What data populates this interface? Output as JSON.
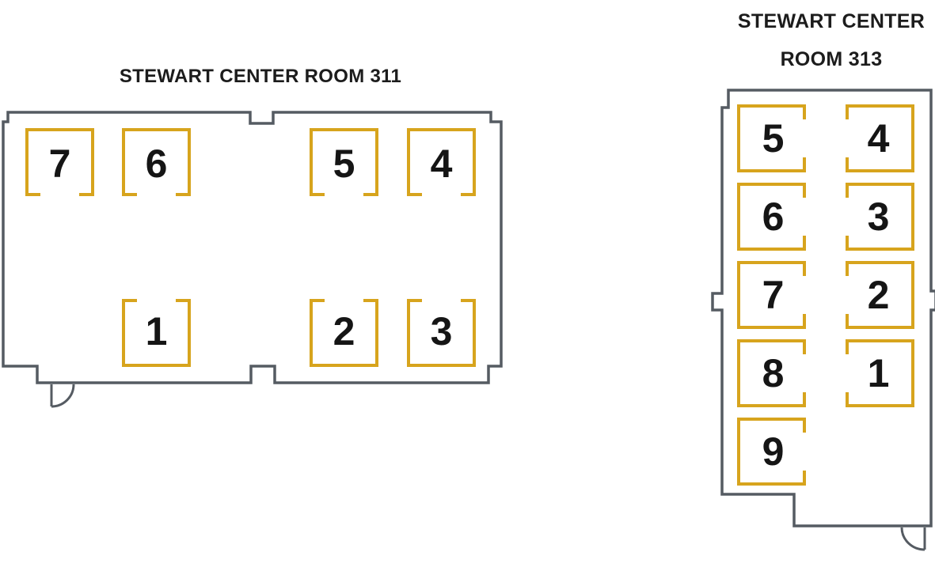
{
  "colors": {
    "seat_outline_gold": "#d7a41d",
    "wall_gray": "#555b62",
    "text_black": "#1c1c1c"
  },
  "rooms": [
    {
      "id": "room-311",
      "title": "STEWART CENTER ROOM 311",
      "seats": [
        "7",
        "6",
        "5",
        "4",
        "1",
        "2",
        "3"
      ]
    },
    {
      "id": "room-313",
      "title_line1": "STEWART CENTER",
      "title_line2": "ROOM 313",
      "seats": [
        "5",
        "4",
        "6",
        "3",
        "7",
        "2",
        "8",
        "1",
        "9"
      ]
    }
  ]
}
